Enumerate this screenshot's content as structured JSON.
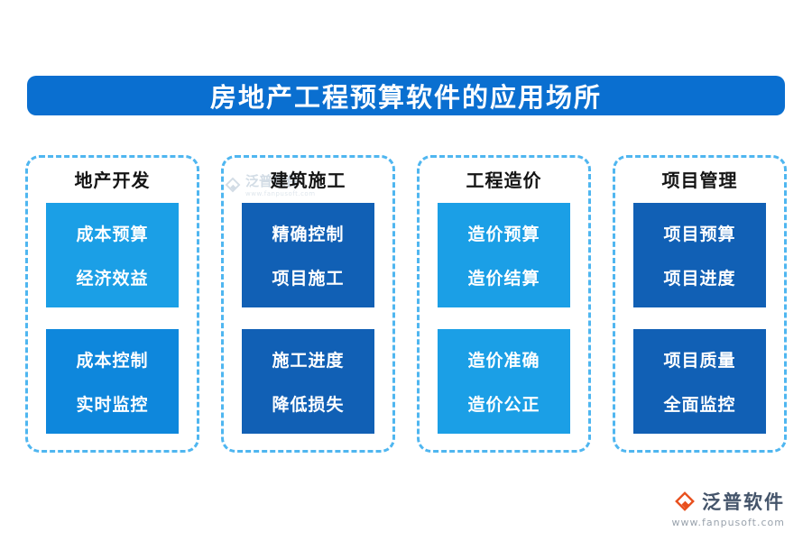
{
  "title": "房地产工程预算软件的应用场所",
  "colors": {
    "banner": "#0a6fd0",
    "border": "#4fb6f0",
    "light_blue": "#1b9fe6",
    "medium_blue": "#0e87dc",
    "dark_blue": "#1160b5"
  },
  "columns": [
    {
      "header": "地产开发",
      "boxes": [
        {
          "line1": "成本预算",
          "line2": "经济效益",
          "bg": "#1b9fe6"
        },
        {
          "line1": "成本控制",
          "line2": "实时监控",
          "bg": "#0e87dc"
        }
      ]
    },
    {
      "header": "建筑施工",
      "boxes": [
        {
          "line1": "精确控制",
          "line2": "项目施工",
          "bg": "#1160b5"
        },
        {
          "line1": "施工进度",
          "line2": "降低损失",
          "bg": "#1160b5"
        }
      ]
    },
    {
      "header": "工程造价",
      "boxes": [
        {
          "line1": "造价预算",
          "line2": "造价结算",
          "bg": "#1b9fe6"
        },
        {
          "line1": "造价准确",
          "line2": "造价公正",
          "bg": "#1b9fe6"
        }
      ]
    },
    {
      "header": "项目管理",
      "boxes": [
        {
          "line1": "项目预算",
          "line2": "项目进度",
          "bg": "#1160b5"
        },
        {
          "line1": "项目质量",
          "line2": "全面监控",
          "bg": "#1160b5"
        }
      ]
    }
  ],
  "watermark": {
    "name": "泛普软件",
    "url": "www.fanpusoft.com"
  },
  "brand": {
    "name": "泛普软件",
    "url": "www.fanpusoft.com"
  }
}
